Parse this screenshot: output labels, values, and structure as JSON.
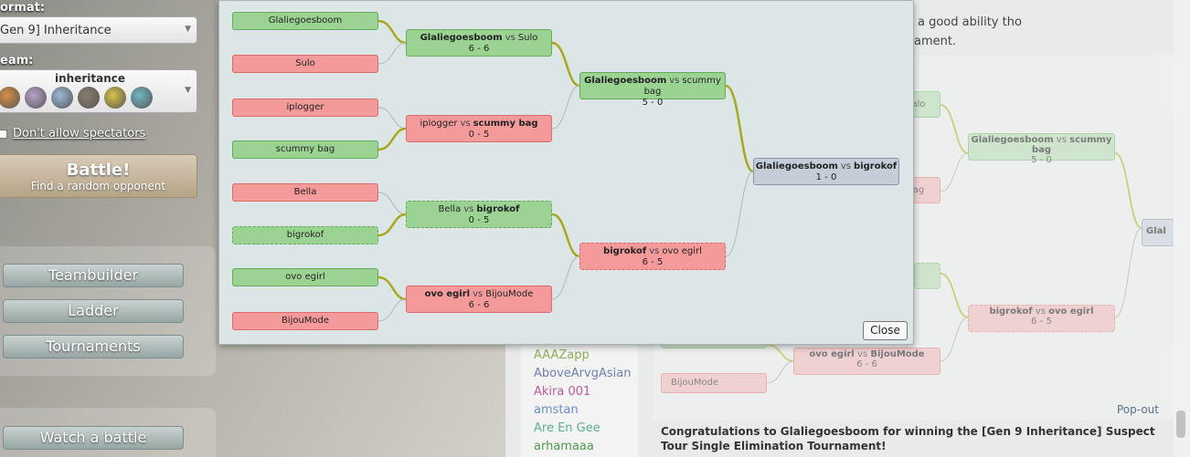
{
  "launcher": {
    "format_label": "ormat:",
    "format_value": "Gen 9] Inheritance",
    "team_label": "eam:",
    "team_name": "inheritance",
    "team_mon_colors": [
      "#d88f45",
      "#b9a2c9",
      "#9db8d8",
      "#8a7d6c",
      "#d8c14a",
      "#6fb7c2"
    ],
    "spectators_label": "Don't allow spectators",
    "battle_button": "Battle!",
    "battle_sub": "Find a random opponent",
    "menu": [
      "Teambuilder",
      "Ladder",
      "Tournaments"
    ],
    "watch_button": "Watch a battle"
  },
  "chat": {
    "message_1": "a good ability tho",
    "message_2": "ament.",
    "users": [
      {
        "name": "AAAZapp",
        "color": "#8fae5a"
      },
      {
        "name": "AboveArvgAsian",
        "color": "#6f7fb0"
      },
      {
        "name": "Akira 001",
        "color": "#c05a9a"
      },
      {
        "name": "amstan",
        "color": "#6a8cd0"
      },
      {
        "name": "Are En Gee",
        "color": "#5ab08a"
      },
      {
        "name": "arhamaaa",
        "color": "#4f9a4f"
      }
    ],
    "popout_link": "Pop-out",
    "congrats": "Congratulations to Glaliegoesboom for winning the [Gen 9 Inheritance] Suspect Tour Single Elimination Tournament!"
  },
  "background_bracket": {
    "nodes": [
      {
        "text": "alo",
        "style": "green"
      },
      {
        "text": "ag",
        "style": "red"
      },
      {
        "a": "Glaliegoesboom",
        "b": "scummy bag",
        "score": "5 - 0",
        "style": "green"
      },
      {
        "text": "Glal",
        "style": "gray"
      },
      {
        "text": "",
        "style": "green"
      },
      {
        "a": "bigrokof",
        "b": "ovo egirl",
        "score": "6 - 5",
        "style": "red"
      },
      {
        "a": "ovo egirl",
        "b": "BijouMode",
        "score": "6 - 6",
        "style": "red"
      },
      {
        "text": "BijouMode",
        "style": "red"
      }
    ]
  },
  "bracket": {
    "vs_label": "vs",
    "players": [
      "Glaliegoesboom",
      "Sulo",
      "iplogger",
      "scummy bag",
      "Bella",
      "bigrokof",
      "ovo egirl",
      "BijouMode"
    ],
    "player_styles": [
      "green",
      "red",
      "red",
      "green",
      "red",
      "green dashed",
      "green",
      "red"
    ],
    "round1": [
      {
        "a": "Glaliegoesboom",
        "b": "Sulo",
        "score": "6 - 6",
        "winner": "a",
        "style": "green"
      },
      {
        "a": "iplogger",
        "b": "scummy bag",
        "score": "0 - 5",
        "winner": "b",
        "style": "red"
      },
      {
        "a": "Bella",
        "b": "bigrokof",
        "score": "0 - 5",
        "winner": "b",
        "style": "green dashed"
      },
      {
        "a": "ovo egirl",
        "b": "BijouMode",
        "score": "6 - 6",
        "winner": "a",
        "style": "red"
      }
    ],
    "round2": [
      {
        "a": "Glaliegoesboom",
        "b": "scummy bag",
        "score": "5 - 0",
        "winner": "a",
        "style": "green"
      },
      {
        "a": "bigrokof",
        "b": "ovo egirl",
        "score": "6 - 5",
        "winner": "a",
        "style": "red dashed"
      }
    ],
    "final": {
      "a": "Glaliegoesboom",
      "b": "bigrokof",
      "score": "1 - 0",
      "winner": "",
      "style": "gray"
    },
    "close_label": "Close"
  }
}
